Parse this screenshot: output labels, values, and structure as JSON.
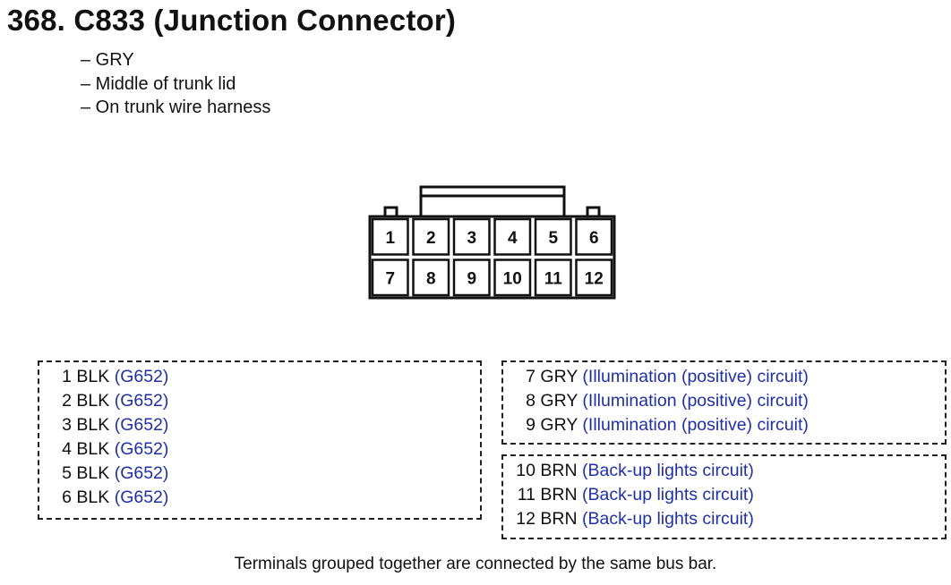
{
  "title": "368. C833 (Junction Connector)",
  "notes": [
    "– GRY",
    "– Middle of trunk lid",
    "– On trunk wire harness"
  ],
  "connector": {
    "top_row": [
      "1",
      "2",
      "3",
      "4",
      "5",
      "6"
    ],
    "bottom_row": [
      "7",
      "8",
      "9",
      "10",
      "11",
      "12"
    ]
  },
  "groups": [
    {
      "rows": [
        {
          "pin": "1",
          "color": "BLK",
          "ref": "(G652)"
        },
        {
          "pin": "2",
          "color": "BLK",
          "ref": "(G652)"
        },
        {
          "pin": "3",
          "color": "BLK",
          "ref": "(G652)"
        },
        {
          "pin": "4",
          "color": "BLK",
          "ref": "(G652)"
        },
        {
          "pin": "5",
          "color": "BLK",
          "ref": "(G652)"
        },
        {
          "pin": "6",
          "color": "BLK",
          "ref": "(G652)"
        }
      ]
    },
    {
      "rows": [
        {
          "pin": "7",
          "color": "GRY",
          "ref": "(Illumination (positive) circuit)"
        },
        {
          "pin": "8",
          "color": "GRY",
          "ref": "(Illumination (positive) circuit)"
        },
        {
          "pin": "9",
          "color": "GRY",
          "ref": "(Illumination (positive) circuit)"
        }
      ]
    },
    {
      "rows": [
        {
          "pin": "10",
          "color": "BRN",
          "ref": "(Back-up lights circuit)"
        },
        {
          "pin": "11",
          "color": "BRN",
          "ref": "(Back-up lights circuit)"
        },
        {
          "pin": "12",
          "color": "BRN",
          "ref": "(Back-up lights circuit)"
        }
      ]
    }
  ],
  "footer": "Terminals grouped together are connected by the same bus bar.",
  "colors": {
    "link": "#1f2fa8",
    "line": "#111111"
  }
}
